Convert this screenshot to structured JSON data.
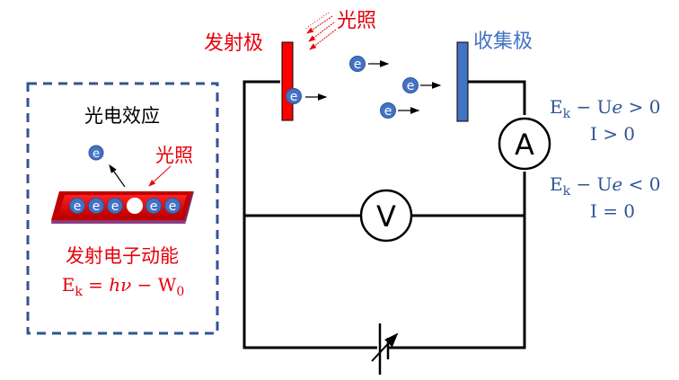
{
  "colors": {
    "red": "#e8000b",
    "blue": "#4472c4",
    "dark_blue": "#2f5597",
    "electron": "#4472c4",
    "black": "#000000"
  },
  "labels": {
    "emitter": "发射极",
    "collector": "收集极",
    "light_top": "光照",
    "ammeter": "A",
    "voltmeter": "V",
    "electron": "e"
  },
  "inset": {
    "title": "光电效应",
    "light": "光照",
    "caption": "发射电子动能",
    "formula_lhs": "E",
    "formula_sub": "k",
    "formula_eq": " = ",
    "formula_h": "hν",
    "formula_rest": " − W",
    "formula_sub0": "0",
    "plate_electrons": [
      "e",
      "e",
      "e",
      "",
      "e",
      "e"
    ]
  },
  "conditions": [
    {
      "lhs": "E",
      "sub": "k",
      "rest": " − U",
      "e": "e",
      "rel": " > 0",
      "current": "I > 0"
    },
    {
      "lhs": "E",
      "sub": "k",
      "rest": " − U",
      "e": "e",
      "rel": " < 0",
      "current": "I = 0"
    }
  ]
}
